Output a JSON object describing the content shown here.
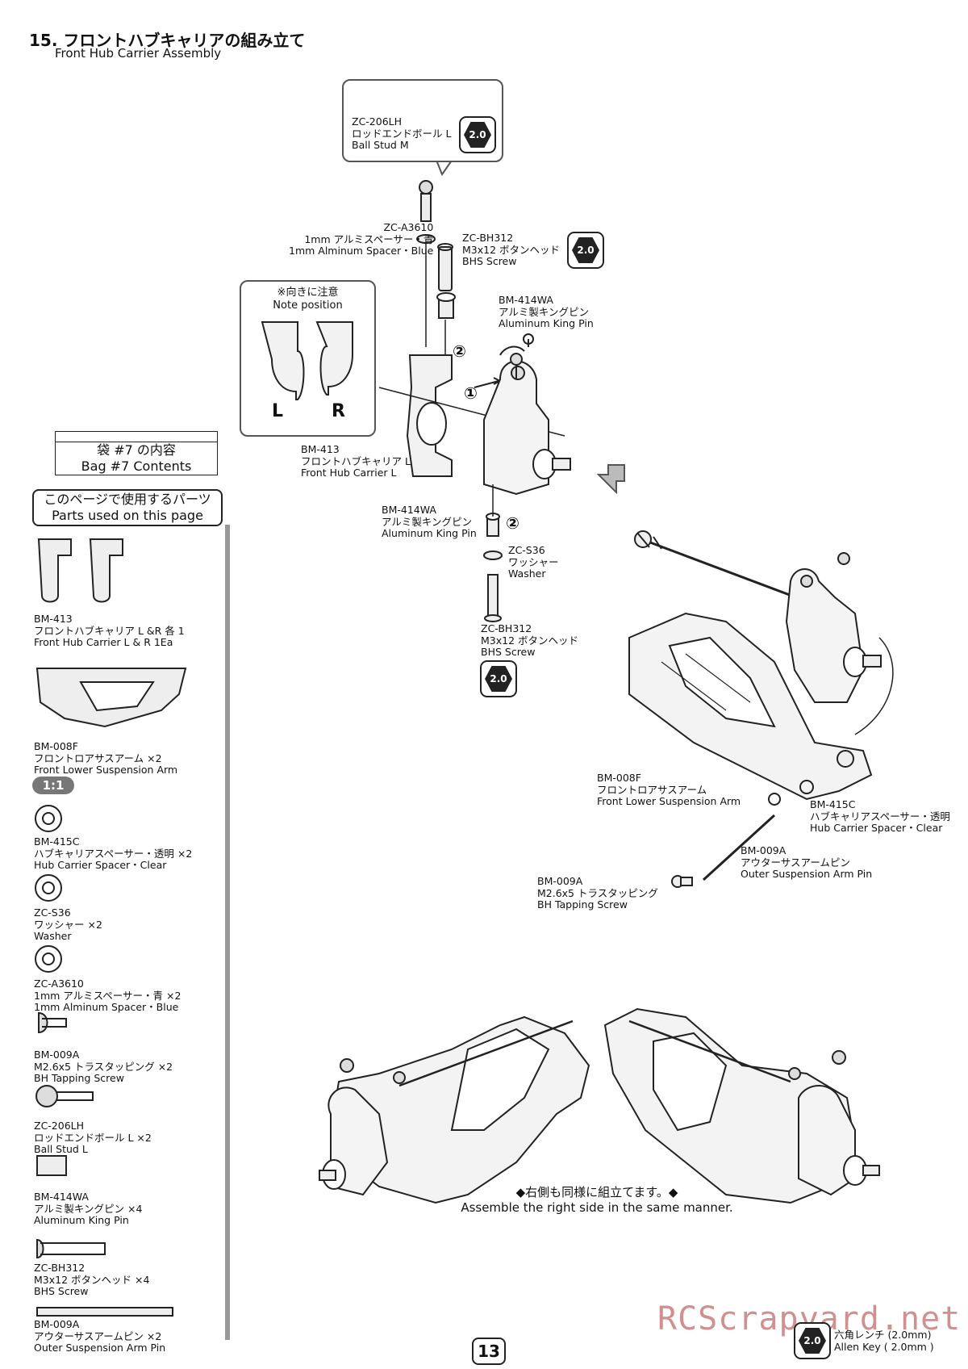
{
  "title": {
    "ja": "15. フロントハブキャリアの組み立て",
    "en": "Front Hub Carrier Assembly"
  },
  "callout": {
    "code": "ZC-206LH",
    "ja": "ロッドエンドボール L",
    "en": "Ball Stud M",
    "tool": "2.0"
  },
  "note": {
    "ja": "※向きに注意",
    "en": "Note position",
    "left": "L",
    "right": "R"
  },
  "steps": {
    "one": "①",
    "two": "②"
  },
  "labels": {
    "a3610": {
      "code": "ZC-A3610",
      "ja": "1mm アルミスペーサー・青",
      "en": "1mm Alminum Spacer・Blue"
    },
    "bh312_top": {
      "code": "ZC-BH312",
      "ja": "M3x12 ボタンヘッド",
      "en": "BHS Screw",
      "tool": "2.0"
    },
    "kingpin_top": {
      "code": "BM-414WA",
      "ja": "アルミ製キングピン",
      "en": "Aluminum King Pin"
    },
    "carrier": {
      "code": "BM-413",
      "ja": "フロントハブキャリア L",
      "en": "Front Hub Carrier L"
    },
    "kingpin_bottom": {
      "code": "BM-414WA",
      "ja": "アルミ製キングピン",
      "en": "Aluminum King Pin"
    },
    "s36": {
      "code": "ZC-S36",
      "ja": "ワッシャー",
      "en": "Washer"
    },
    "bh312_bottom": {
      "code": "ZC-BH312",
      "ja": "M3x12 ボタンヘッド",
      "en": "BHS Screw",
      "tool": "2.0"
    },
    "arm": {
      "code": "BM-008F",
      "ja": "フロントロアサスアーム",
      "en": "Front Lower Suspension Arm"
    },
    "spacer": {
      "code": "BM-415C",
      "ja": "ハブキャリアスペーサー・透明",
      "en": "Hub Carrier Spacer・Clear"
    },
    "pin": {
      "code": "BM-009A",
      "ja": "アウターサスアームピン",
      "en": "Outer Suspension Arm Pin"
    },
    "tapping": {
      "code": "BM-009A",
      "ja": "M2.6x5 トラスタッピング",
      "en": "BH Tapping Screw"
    }
  },
  "bag": {
    "ja": "袋 #7 の内容",
    "en": "Bag #7 Contents"
  },
  "parts_header": {
    "ja": "このページで使用するパーツ",
    "en": "Parts used on this page"
  },
  "ratio": "1:1",
  "parts": [
    {
      "code": "BM-413",
      "ja": "フロントハブキャリア L &R 各 1",
      "en": "Front Hub Carrier L & R 1Ea"
    },
    {
      "code": "BM-008F",
      "ja": "フロントロアサスアーム ×2",
      "en": "Front Lower Suspension Arm"
    },
    {
      "code": "BM-415C",
      "ja": "ハブキャリアスペーサー・透明 ×2",
      "en": "Hub Carrier Spacer・Clear"
    },
    {
      "code": "ZC-S36",
      "ja": "ワッシャー ×2",
      "en": "Washer"
    },
    {
      "code": "ZC-A3610",
      "ja": "1mm アルミスペーサー・青 ×2",
      "en": "1mm Alminum Spacer・Blue"
    },
    {
      "code": "BM-009A",
      "ja": "M2.6x5 トラスタッピング ×2",
      "en": "BH Tapping Screw"
    },
    {
      "code": "ZC-206LH",
      "ja": "ロッドエンドボール L ×2",
      "en": "Ball Stud L"
    },
    {
      "code": "BM-414WA",
      "ja": "アルミ製キングピン ×4",
      "en": "Aluminum King Pin"
    },
    {
      "code": "ZC-BH312",
      "ja": "M3x12 ボタンヘッド ×4",
      "en": "BHS Screw"
    },
    {
      "code": "BM-009A",
      "ja": "アウターサスアームピン ×2",
      "en": "Outer Suspension Arm Pin"
    }
  ],
  "footer": {
    "ja": "◆右側も同様に組立てます。◆",
    "en": "Assemble the right side in the same manner."
  },
  "page_number": "13",
  "watermark": "RCScrapyard.net",
  "allen_key": {
    "tool": "2.0",
    "ja": "六角レンチ (2.0mm)",
    "en": "Allen Key ( 2.0mm )"
  }
}
